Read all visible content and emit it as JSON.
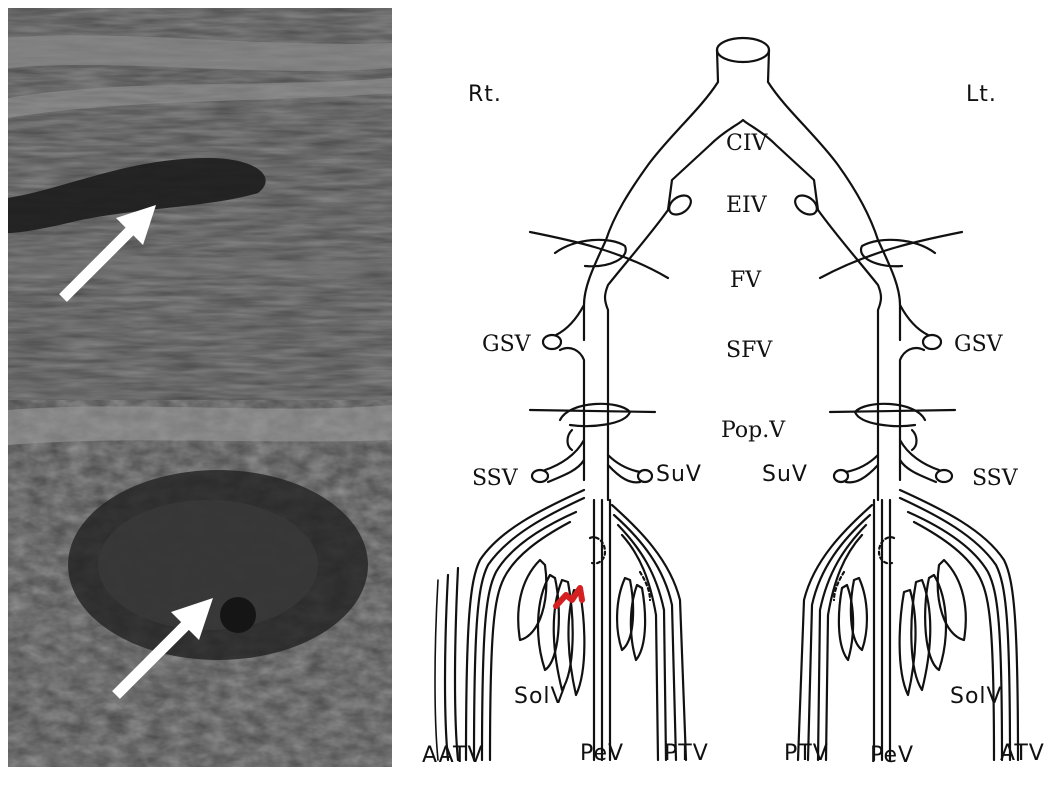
{
  "panels": {
    "top_image": "ultrasound-longitudinal",
    "bottom_image": "ultrasound-transverse",
    "arrow_color": "#ffffff"
  },
  "labels": {
    "right_side": "Rt.",
    "left_side": "Lt.",
    "civ": "CIV",
    "eiv": "EIV",
    "fv": "FV",
    "sfv": "SFV",
    "popv": "Pop.V",
    "gsv_right": "GSV",
    "gsv_left": "GSV",
    "ssv_right": "SSV",
    "ssv_left": "SSV",
    "suv_right": "SuV",
    "suv_left": "SuV",
    "solv_right": "SolV",
    "solv_left": "SolV",
    "atv_right": "AATV",
    "pev_right": "PeV",
    "ptv_right": "PTV",
    "ptv_left": "PTV",
    "pev_left": "PeV",
    "atv_left": "ATV"
  },
  "colors": {
    "line": "#111111",
    "thrombus": "#d42020"
  }
}
